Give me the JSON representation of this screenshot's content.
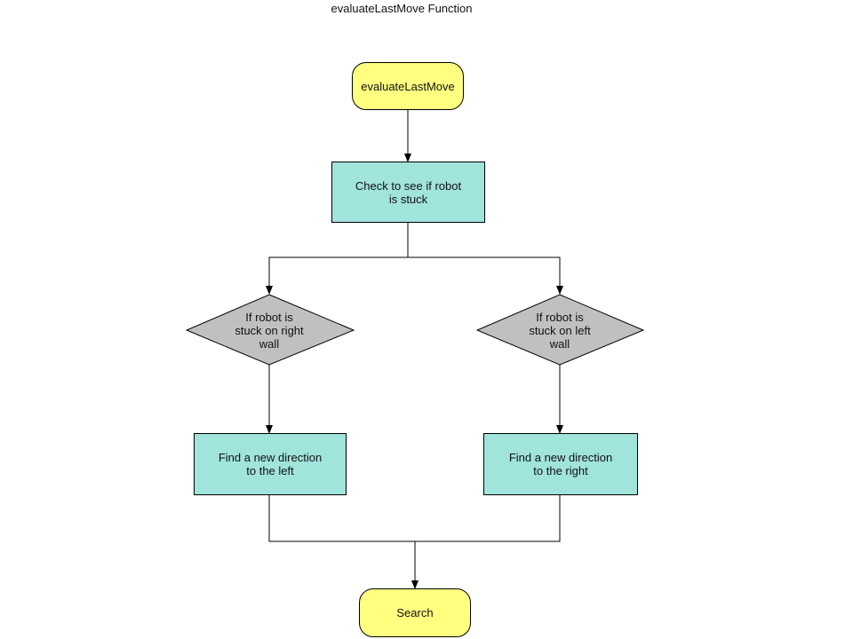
{
  "title": "evaluateLastMove Function",
  "colors": {
    "terminal_fill": "#ffff80",
    "process_fill": "#a0e4dc",
    "decision_fill": "#c0c0c0",
    "line": "#000000"
  },
  "nodes": {
    "start": {
      "label": "evaluateLastMove",
      "shape": "rounded-rect"
    },
    "check_stuck": {
      "label": "Check to see if robot\nis stuck",
      "shape": "rect"
    },
    "decision_right_wall": {
      "label": "If robot is\nstuck on right\nwall",
      "shape": "diamond"
    },
    "decision_left_wall": {
      "label": "If robot is\nstuck on left\nwall",
      "shape": "diamond"
    },
    "find_left": {
      "label": "Find a new direction\nto the left",
      "shape": "rect"
    },
    "find_right": {
      "label": "Find a new direction\nto the right",
      "shape": "rect"
    },
    "end": {
      "label": "Search",
      "shape": "rounded-rect"
    }
  },
  "edges": [
    {
      "from": "start",
      "to": "check_stuck"
    },
    {
      "from": "check_stuck",
      "to": "decision_right_wall"
    },
    {
      "from": "check_stuck",
      "to": "decision_left_wall"
    },
    {
      "from": "decision_right_wall",
      "to": "find_left"
    },
    {
      "from": "decision_left_wall",
      "to": "find_right"
    },
    {
      "from": "find_left",
      "to": "end"
    },
    {
      "from": "find_right",
      "to": "end"
    }
  ]
}
